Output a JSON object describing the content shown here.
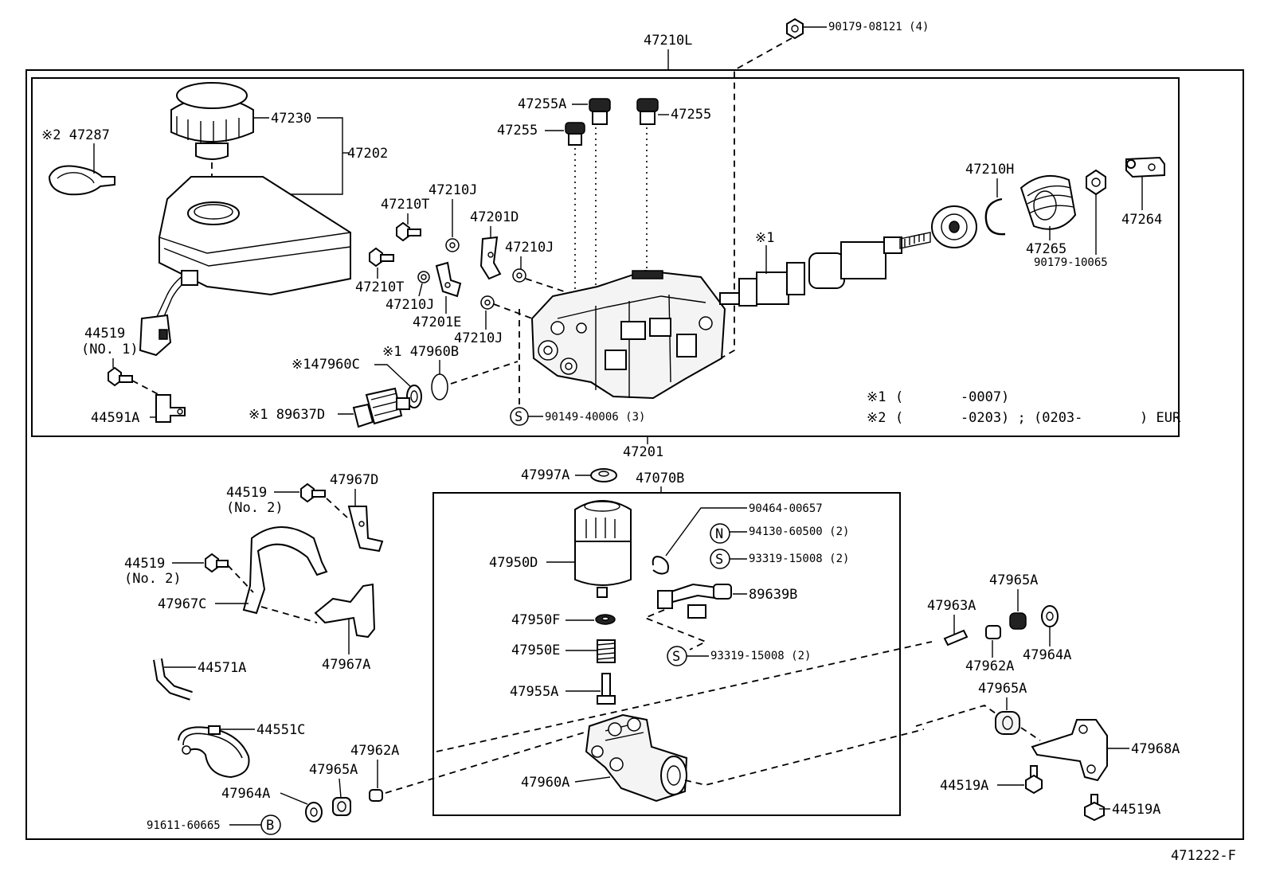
{
  "labels": {
    "top_assembly": "47210L",
    "nut_top": "90179-08121 (4)",
    "inner_unit": "47201",
    "cap": "47230",
    "reservoir": "47202",
    "gasket_ref": "※2 47287",
    "plug_a": "47255A",
    "plug_b": "47255",
    "plug_c": "47255",
    "pin_47210j_1": "47210J",
    "bolt_47210t_1": "47210T",
    "bracket_47201d": "47201D",
    "pin_47210j_2": "47210J",
    "bolt_47210t_2": "47210T",
    "pin_47210j_3": "47210J",
    "bracket_47201e": "47201E",
    "pin_47210j_4": "47210J",
    "seal_c": "※147960C",
    "seal_b": "※1 47960B",
    "sensor_d": "※1 89637D",
    "bolt_s_1": "90149-40006 (3)",
    "ref_1": "※1",
    "snap_ring": "47210H",
    "boot": "47265",
    "nut_10065": "90179-10065",
    "clevis": "47264",
    "bolt_44519_no1": "44519",
    "bolt_44519_no1_sub": "(NO. 1)",
    "bracket_44591a": "44591A",
    "note1_mark": "※1",
    "note1_text": "(       -0007)",
    "note2_mark": "※2",
    "note2_text": "(       -0203) ; (0203-       ) EUR",
    "pump_assy": "47070B",
    "washer_47997a": "47997A",
    "clip_00657": "90464-00657",
    "nut_60500": "94130-60500 (2)",
    "screw_15008_1": "93319-15008 (2)",
    "motor_47950d": "47950D",
    "harness_89639b": "89639B",
    "washer_47950f": "47950F",
    "spring_47950e": "47950E",
    "screw_15008_2": "93319-15008 (2)",
    "bolt_47955a": "47955A",
    "pump_47960a": "47960A",
    "bolt_44519_no2_1": "44519",
    "bolt_44519_no2_1_sub": "(No. 2)",
    "bracket_47967d": "47967D",
    "bolt_44519_no2_2": "44519",
    "bolt_44519_no2_2_sub": "(No. 2)",
    "bracket_47967c": "47967C",
    "bracket_47967a": "47967A",
    "hose_44571a": "44571A",
    "wire_44551c": "44551C",
    "bushing_47962a_l": "47962A",
    "cushion_47965a_l": "47965A",
    "insulator_47964a_l": "47964A",
    "bolt_60665": "91611-60665",
    "pin_47963a": "47963A",
    "cushion_47965a_r1": "47965A",
    "bushing_47962a_r": "47962A",
    "insulator_47964a_r": "47964A",
    "cushion_47965a_r2": "47965A",
    "bracket_47968a": "47968A",
    "bolt_44519a_1": "44519A",
    "bolt_44519a_2": "44519A",
    "figure_id": "471222-F"
  },
  "symbols": {
    "s": "S",
    "n": "N",
    "b": "B"
  }
}
